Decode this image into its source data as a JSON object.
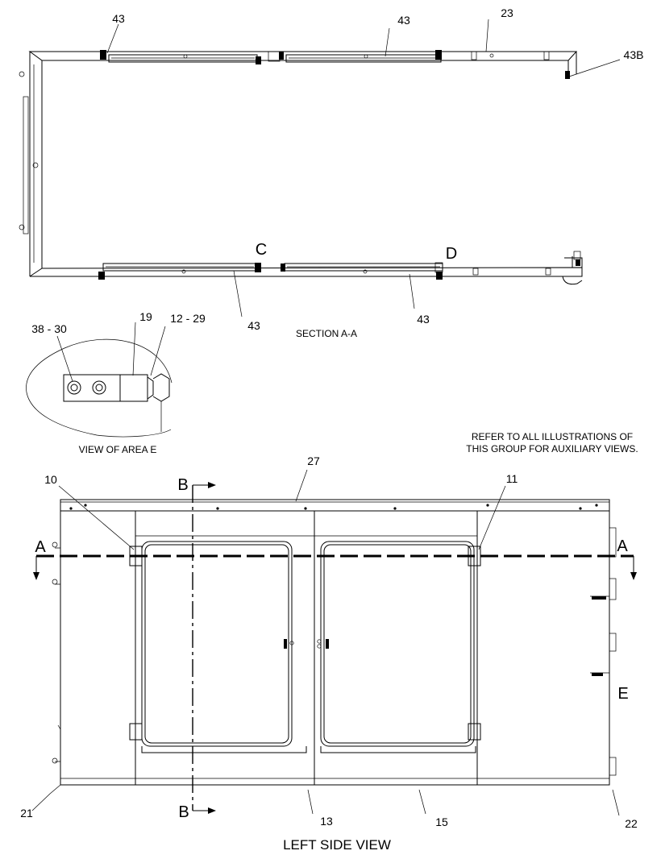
{
  "callouts": {
    "c43_top_left": "43",
    "c43_top_mid": "43",
    "c23": "23",
    "c43b": "43B",
    "c43_bot_left": "43",
    "c43_bot_right": "43",
    "c38_30": "38 - 30",
    "c19": "19",
    "c12_29": "12 - 29",
    "c27": "27",
    "c10": "10",
    "c11": "11",
    "c21": "21",
    "c13": "13",
    "c15": "15",
    "c22": "22"
  },
  "letters": {
    "C": "C",
    "D": "D",
    "A_left": "A",
    "A_right": "A",
    "B_top": "B",
    "B_bottom": "B",
    "E": "E"
  },
  "captions": {
    "section_aa": "SECTION A-A",
    "view_of_area_e": "VIEW OF AREA  E",
    "left_side_view": "LEFT SIDE VIEW",
    "note_line1": "REFER TO ALL ILLUSTRATIONS OF",
    "note_line2": "THIS GROUP FOR AUXILIARY VIEWS."
  }
}
